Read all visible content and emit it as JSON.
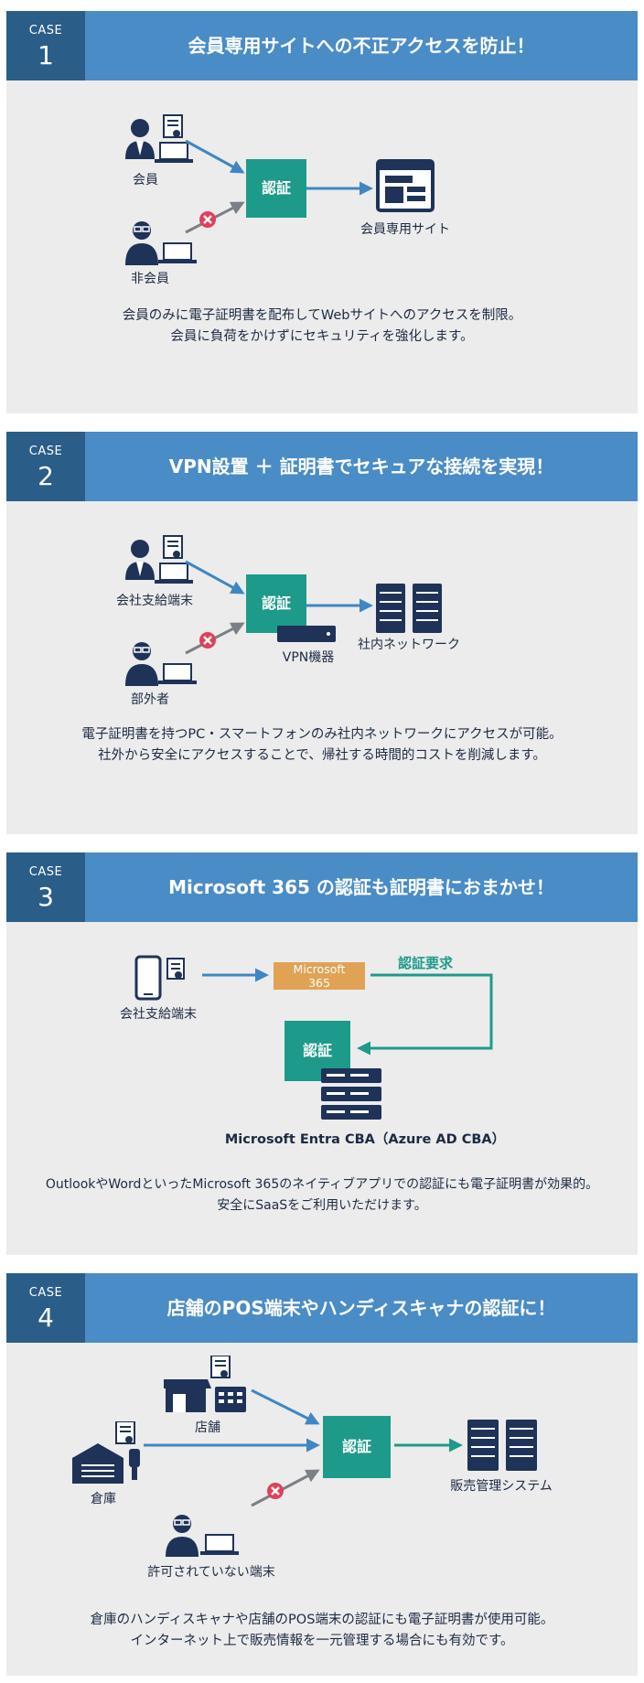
{
  "colors": {
    "header_blue": "#4a8cc6",
    "label_navy": "#2a5d87",
    "teal": "#1e9a8a",
    "arrow_blue": "#3f87c2",
    "reject_red": "#e0405a",
    "ms_orange": "#e0a356",
    "icon_navy": "#1f3258"
  },
  "cases": [
    {
      "case_word": "CASE",
      "num": "1",
      "title": "会員専用サイトへの不正アクセスを防止！",
      "labels": {
        "member": "会員",
        "non_member": "非会員",
        "auth": "認証",
        "site": "会員専用サイト"
      },
      "desc": [
        "会員のみに電子証明書を配布してWebサイトへのアクセスを制限。",
        "会員に負荷をかけずにセキュリティを強化します。"
      ]
    },
    {
      "case_word": "CASE",
      "num": "2",
      "title": "VPN設置 ＋ 証明書でセキュアな接続を実現！",
      "labels": {
        "company_device": "会社支給端末",
        "outsider": "部外者",
        "auth": "認証",
        "vpn": "VPN機器",
        "network": "社内ネットワーク"
      },
      "desc": [
        "電子証明書を持つPC・スマートフォンのみ社内ネットワークにアクセスが可能。",
        "社外から安全にアクセスすることで、帰社する時間的コストを削減します。"
      ]
    },
    {
      "case_word": "CASE",
      "num": "3",
      "title": "Microsoft 365 の認証も証明書におまかせ！",
      "labels": {
        "company_device": "会社支給端末",
        "ms_line1": "Microsoft",
        "ms_line2": "365",
        "auth_request": "認証要求",
        "auth": "認証",
        "entra": "Microsoft Entra CBA（Azure AD CBA）"
      },
      "desc": [
        "OutlookやWordといったMicrosoft 365のネイティブアプリでの認証にも電子証明書が効果的。",
        "安全にSaaSをご利用いただけます。"
      ]
    },
    {
      "case_word": "CASE",
      "num": "4",
      "title": "店舗のPOS端末やハンディスキャナの認証に！",
      "labels": {
        "store": "店舗",
        "warehouse": "倉庫",
        "unauthorized": "許可されていない端末",
        "auth": "認証",
        "sales": "販売管理システム"
      },
      "desc": [
        "倉庫のハンディスキャナや店舗のPOS端末の認証にも電子証明書が使用可能。",
        "インターネット上で販売情報を一元管理する場合にも有効です。"
      ]
    }
  ]
}
